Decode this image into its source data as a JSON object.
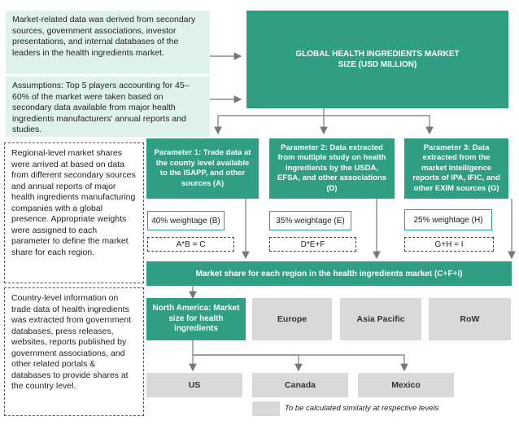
{
  "notes": {
    "market_data": "Market-related data was derived from secondary sources, government associations, investor presentations, and internal databases of the leaders in the health ingredients market.",
    "assumptions": "Assumptions: Top 5 players accounting for 45–60% of the market were taken based on secondary data available from major health ingredients manufacturers' annual reports and studies.",
    "regional": "Regional-level market shares were arrived at based on data from different secondary sources and annual reports of major health ingredients manufacturing companies with a global presence. Appropriate weights were assigned to each parameter to define the market share for each region.",
    "country": "Country-level information on trade data of health ingredients was extracted from government databases, press releases, websites, reports published by government associations, and other related portals & databases to provide shares at the country level."
  },
  "global_box": "GLOBAL HEALTH INGREDIENTS MARKET SIZE (USD MILLION)",
  "parameters": [
    {
      "label": "Parameter 1: Trade data at the county level available to the ISAPP, and other sources (A)",
      "weightage": "40% weightage (B)",
      "formula": "A*B = C"
    },
    {
      "label": "Parameter 2: Data extracted from multiple study on health ingredients by the USDA, EFSA, and other associations (D)",
      "weightage": "35% weightage (E)",
      "formula": "D*E+F"
    },
    {
      "label": "Parameter 3: Data extracted from the market intelligence reports of IPA, IFIC, and other EXIM sources (G)",
      "weightage": "25% weightage (H)",
      "formula": "G+H = I"
    }
  ],
  "region_share": "Market share for each region in the health ingredients market (C+F+I)",
  "regions": {
    "north_america": "North America: Market size for health ingredients",
    "europe": "Europe",
    "asia_pacific": "Asia Pacific",
    "row": "RoW"
  },
  "countries": [
    "US",
    "Canada",
    "Mexico"
  ],
  "legend": "To be calculated similarly at respective levels",
  "colors": {
    "teal": "#2f9e84",
    "mint": "#dff2ec",
    "gray": "#d9d9d9"
  }
}
